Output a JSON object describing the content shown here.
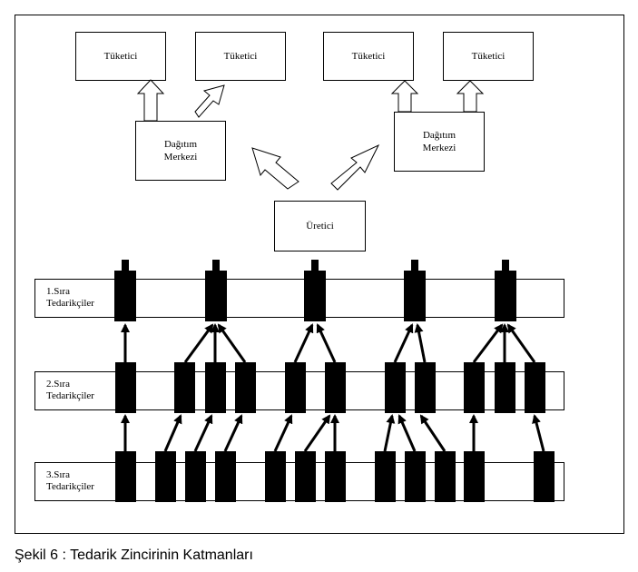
{
  "diagram": {
    "consumers": [
      "Tüketici",
      "Tüketici",
      "Tüketici",
      "Tüketici"
    ],
    "distribution_centers": [
      {
        "line1": "Dağıtım",
        "line2": "Merkezi"
      },
      {
        "line1": "Dağıtım",
        "line2": "Merkezi"
      }
    ],
    "producer": "Üretici",
    "tiers": [
      {
        "line1": "1.Sıra",
        "line2": "Tedarikçiler"
      },
      {
        "line1": "2.Sıra",
        "line2": "Tedarikçiler"
      },
      {
        "line1": "3.Sıra",
        "line2": "Tedarikçiler"
      }
    ]
  },
  "caption": "Şekil 6 : Tedarik Zincirinin Katmanları"
}
